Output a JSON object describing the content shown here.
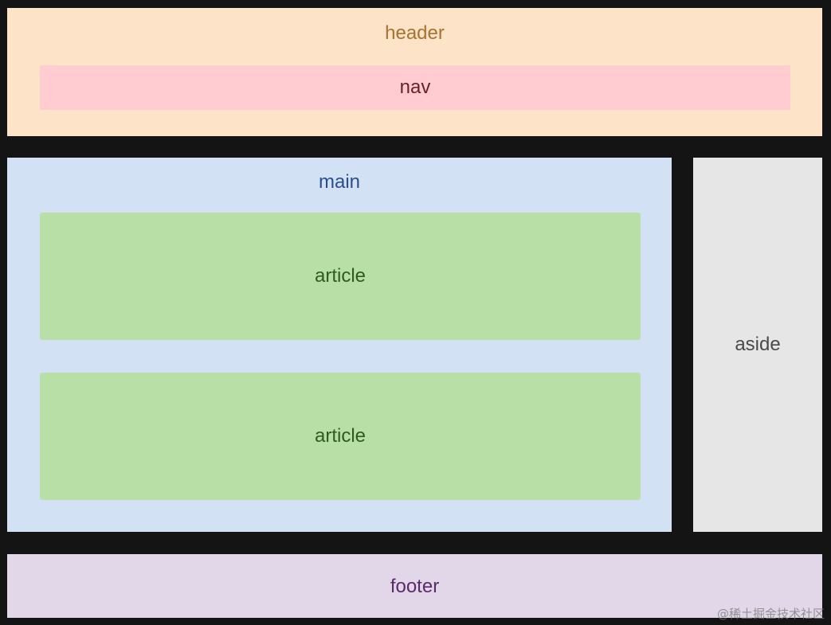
{
  "diagram": {
    "header": {
      "label": "header",
      "color": "#fde3c8"
    },
    "nav": {
      "label": "nav",
      "color": "#ffcdd1"
    },
    "main": {
      "label": "main",
      "color": "#d3e1f4"
    },
    "articles": [
      {
        "label": "article",
        "color": "#b8e0a6"
      },
      {
        "label": "article",
        "color": "#b8e0a6"
      }
    ],
    "aside": {
      "label": "aside",
      "color": "#e6e6e6"
    },
    "footer": {
      "label": "footer",
      "color": "#e2d7e9"
    }
  },
  "watermark": "@稀土掘金技术社区"
}
